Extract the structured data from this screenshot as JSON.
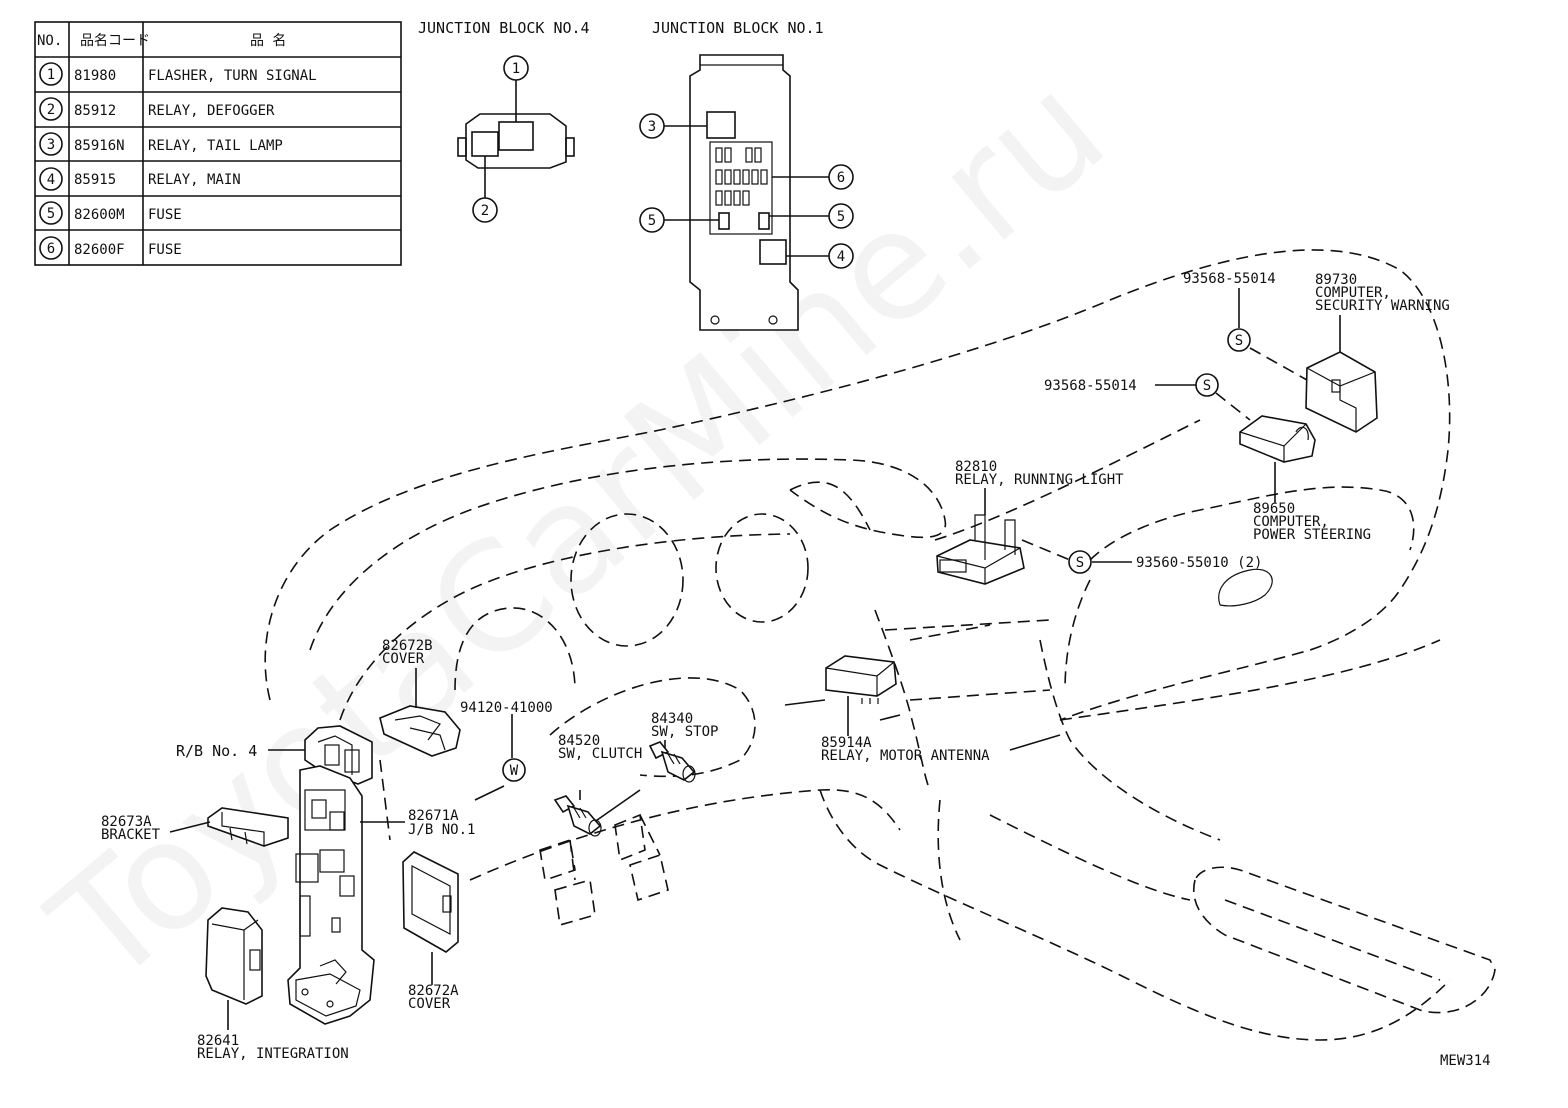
{
  "watermark": "ToyotaCarMine.ru",
  "table": {
    "headers": {
      "no": "NO.",
      "code": "品名コード",
      "name": "品 名"
    },
    "rows": [
      {
        "no": "1",
        "code": "81980",
        "name": "FLASHER, TURN SIGNAL"
      },
      {
        "no": "2",
        "code": "85912",
        "name": "RELAY, DEFOGGER"
      },
      {
        "no": "3",
        "code": "85916N",
        "name": "RELAY, TAIL LAMP"
      },
      {
        "no": "4",
        "code": "85915",
        "name": "RELAY, MAIN"
      },
      {
        "no": "5",
        "code": "82600M",
        "name": "FUSE"
      },
      {
        "no": "6",
        "code": "82600F",
        "name": "FUSE"
      }
    ]
  },
  "junction_blocks": {
    "jb4": {
      "title": "JUNCTION BLOCK NO.4",
      "callouts": [
        "1",
        "2"
      ]
    },
    "jb1": {
      "title": "JUNCTION BLOCK NO.1",
      "callouts": [
        "3",
        "6",
        "5",
        "5",
        "4"
      ]
    }
  },
  "labels": {
    "p93568a": "93568-55014",
    "p89730_code": "89730",
    "p89730_l1": "COMPUTER,",
    "p89730_l2": "SECURITY WARNING",
    "p93568b": "93568-55014",
    "p82810_code": "82810",
    "p82810_name": "RELAY, RUNNING LIGHT",
    "p89650_code": "89650",
    "p89650_l1": "COMPUTER,",
    "p89650_l2": "POWER STEERING",
    "p93560": "93560-55010 (2)",
    "p82672b_code": "82672B",
    "p82672b_name": "COVER",
    "p94120": "94120-41000",
    "p84340_code": "84340",
    "p84340_name": "SW, STOP",
    "p84520_code": "84520",
    "p84520_name": "SW, CLUTCH",
    "p85914a_code": "85914A",
    "p85914a_name": "RELAY, MOTOR ANTENNA",
    "rb4": "R/B No. 4",
    "p82673a_code": "82673A",
    "p82673a_name": "BRACKET",
    "p82671a_code": "82671A",
    "p82671a_name": "J/B NO.1",
    "p82672a_code": "82672A",
    "p82672a_name": "COVER",
    "p82641_code": "82641",
    "p82641_name": "RELAY, INTEGRATION",
    "ref": "MEW314"
  },
  "symbols": {
    "s": "S",
    "w": "W"
  }
}
